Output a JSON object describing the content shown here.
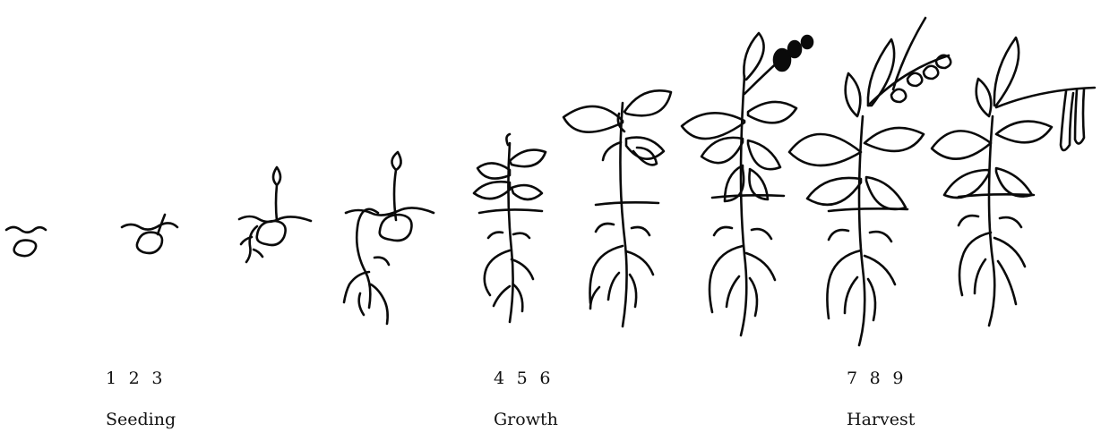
{
  "stages": [
    {
      "numbers": "1  2  3",
      "label": "Seeding"
    },
    {
      "numbers": "4  5  6",
      "label": "Growth"
    },
    {
      "numbers": "7  8  9",
      "label": "Harvest"
    }
  ]
}
